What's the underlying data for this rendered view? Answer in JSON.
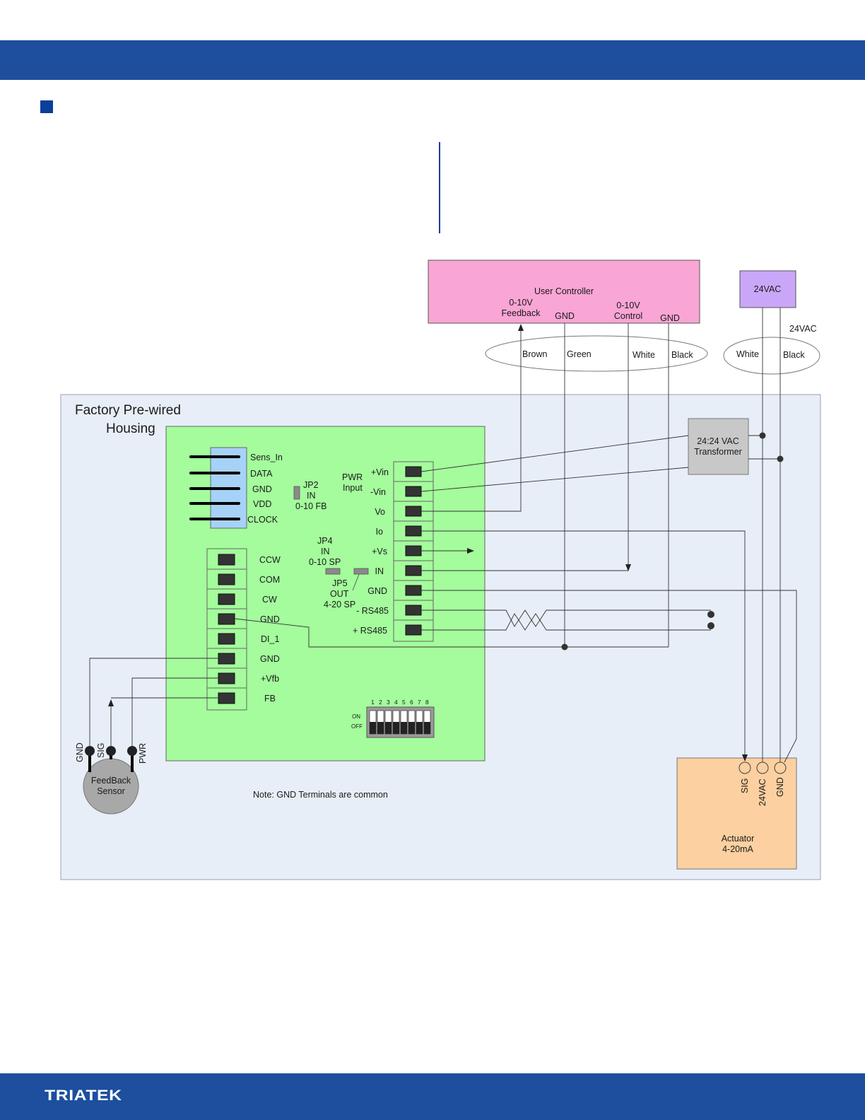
{
  "footer": {
    "logo": "TRIATEK"
  },
  "diagram": {
    "user_controller": {
      "title": "User Controller",
      "feedback_line1": "0-10V",
      "feedback_line2": "Feedback",
      "gnd1": "GND",
      "control_line1": "0-10V",
      "control_line2": "Control",
      "gnd2": "GND"
    },
    "supply": {
      "box_label": "24VAC",
      "side_label": "24VAC"
    },
    "wire_colors": {
      "brown": "Brown",
      "green": "Green",
      "white": "White",
      "black": "Black",
      "white2": "White",
      "black2": "Black"
    },
    "housing": {
      "line1": "Factory Pre-wired",
      "line2": "Housing"
    },
    "transformer": {
      "line1": "24:24 VAC",
      "line2": "Transformer"
    },
    "sensor_header": [
      "Sens_In",
      "DATA",
      "GND",
      "VDD",
      "CLOCK"
    ],
    "jp2": {
      "line1": "JP2",
      "line2": "IN",
      "line3": "0-10 FB"
    },
    "pwr_input": {
      "line1": "PWR",
      "line2": "Input"
    },
    "jp4": {
      "line1": "JP4",
      "line2": "IN",
      "line3": "0-10 SP"
    },
    "jp5": {
      "line1": "JP5",
      "line2": "OUT",
      "line3": "4-20 SP"
    },
    "right_terminals": [
      "+Vin",
      "-Vin",
      "Vo",
      "Io",
      "+Vs",
      "IN",
      "GND",
      "- RS485",
      "+ RS485"
    ],
    "left_terminals": [
      "CCW",
      "COM",
      "CW",
      "GND",
      "DI_1",
      "GND",
      "+Vfb",
      "FB"
    ],
    "dip_switch": {
      "numbers": [
        "1",
        "2",
        "3",
        "4",
        "5",
        "6",
        "7",
        "8"
      ],
      "on": "ON",
      "off": "OFF"
    },
    "feedback_sensor": {
      "line1": "FeedBack",
      "line2": "Sensor",
      "pins": [
        "GND",
        "SIG",
        "PWR"
      ]
    },
    "note": "Note: GND Terminals are common",
    "actuator": {
      "line1": "Actuator",
      "line2": "4-20mA",
      "pins": [
        "SIG",
        "24VAC",
        "GND"
      ]
    },
    "colors": {
      "controller": "#f9a5d5",
      "supply": "#c9a6f7",
      "housing": "#e8eef7",
      "board": "#a4fc9c",
      "sensor_header": "#a6d2f7",
      "transformer": "#c8c8c8",
      "actuator": "#fcd0a0",
      "sensor": "#a8a8a8",
      "band": "#1d4f9e"
    }
  }
}
